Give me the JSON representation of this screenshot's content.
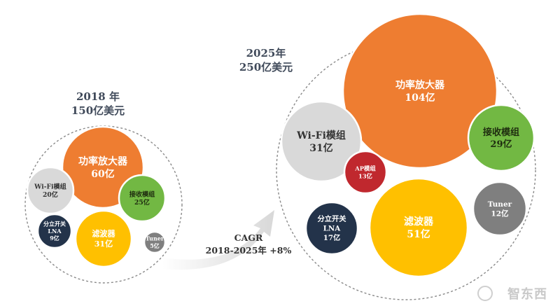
{
  "chart_data": [
    {
      "type": "bubble",
      "group": "2018",
      "title": "2018 年",
      "subtitle": "150亿美元",
      "items": [
        {
          "label": "功率放大器",
          "value": 60,
          "value_label": "60亿",
          "color": "#ee7d31"
        },
        {
          "label": "Wi-Fi模组",
          "value": 20,
          "value_label": "20亿",
          "color": "#d9d9d9"
        },
        {
          "label": "接收模组",
          "value": 25,
          "value_label": "25亿",
          "color": "#72b843"
        },
        {
          "label": "分立开关 LNA",
          "value": 9,
          "value_label": "9亿",
          "color": "#23334a"
        },
        {
          "label": "滤波器",
          "value": 31,
          "value_label": "31亿",
          "color": "#ffc000"
        },
        {
          "label": "Tuner",
          "value": 5,
          "value_label": "5亿",
          "color": "#7f7f7f"
        }
      ]
    },
    {
      "type": "bubble",
      "group": "2025",
      "title": "2025年",
      "subtitle": "250亿美元",
      "items": [
        {
          "label": "功率放大器",
          "value": 104,
          "value_label": "104亿",
          "color": "#ee7d31"
        },
        {
          "label": "Wi-Fi模组",
          "value": 31,
          "value_label": "31亿",
          "color": "#d9d9d9"
        },
        {
          "label": "接收模组",
          "value": 29,
          "value_label": "29亿",
          "color": "#72b843"
        },
        {
          "label": "AP模组",
          "value": 13,
          "value_label": "13亿",
          "color": "#c0282e"
        },
        {
          "label": "分立开关 LNA",
          "value": 17,
          "value_label": "17亿",
          "color": "#23334a"
        },
        {
          "label": "滤波器",
          "value": 51,
          "value_label": "51亿",
          "color": "#ffc000"
        },
        {
          "label": "Tuner",
          "value": 12,
          "value_label": "12亿",
          "color": "#7f7f7f"
        }
      ]
    }
  ],
  "cagr": {
    "line1": "CAGR",
    "line2": "2018-2025年 +8%"
  },
  "watermark": "智东西"
}
